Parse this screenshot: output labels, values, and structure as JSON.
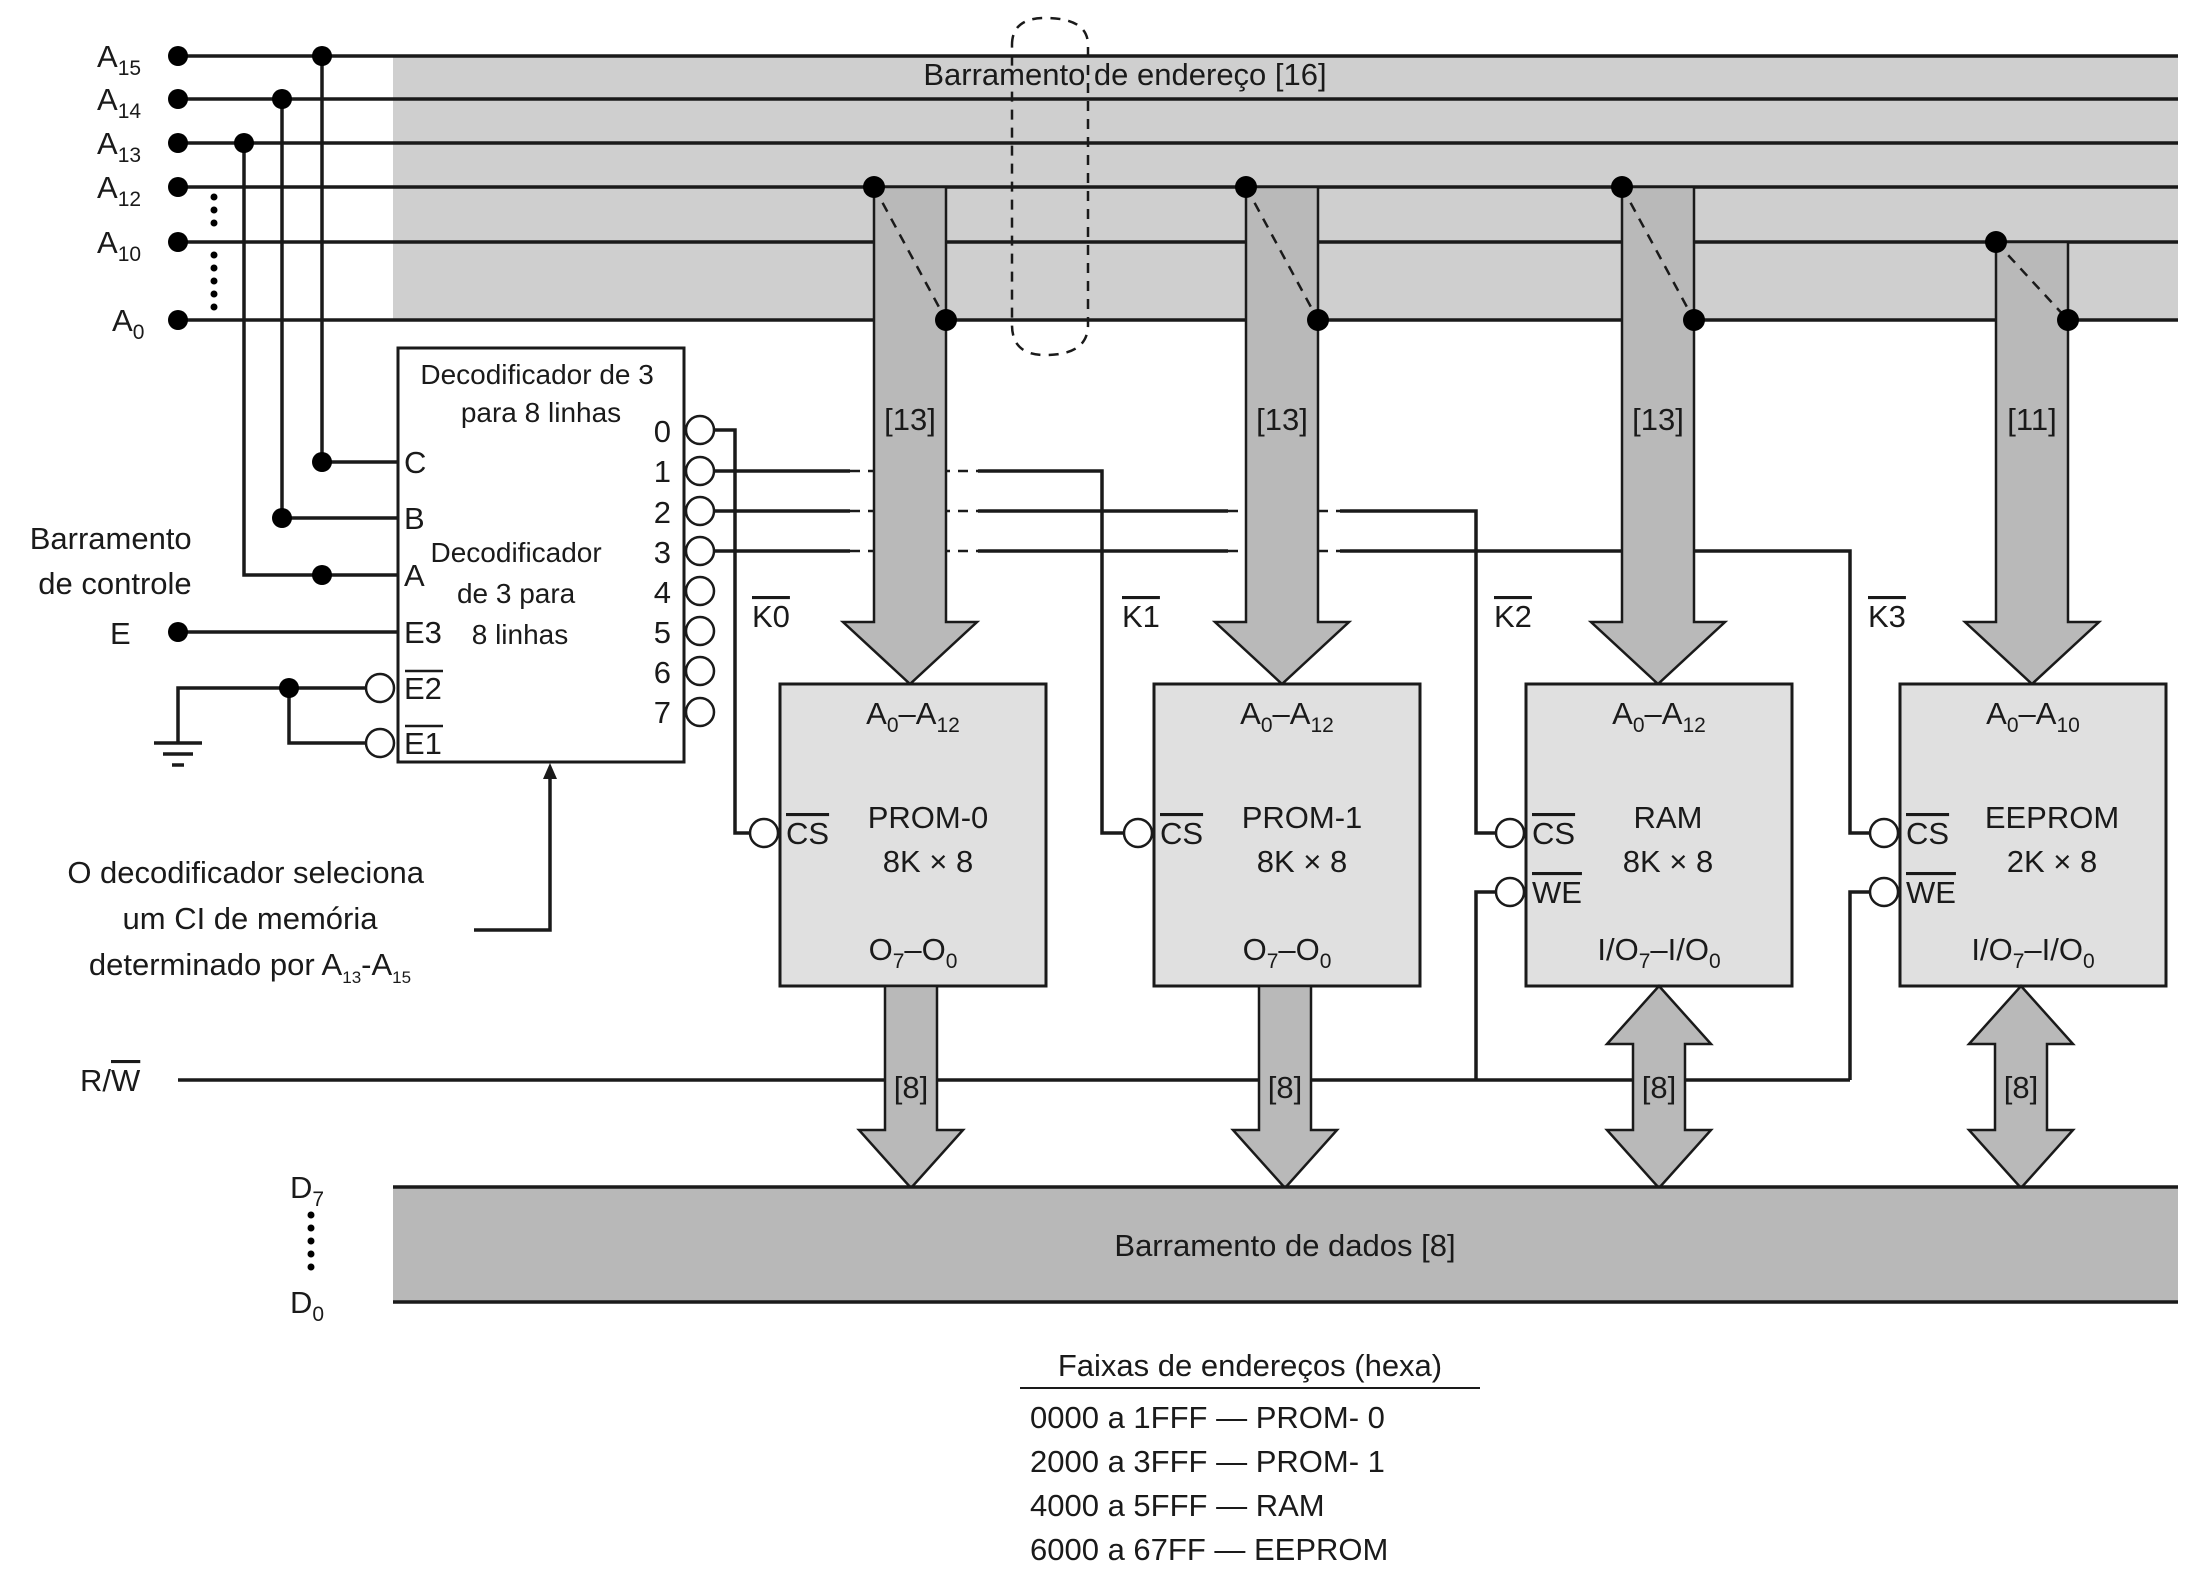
{
  "address_bus": {
    "label": "Barramento de endereço [16]",
    "lines": [
      {
        "base": "A",
        "sub": "15"
      },
      {
        "base": "A",
        "sub": "14"
      },
      {
        "base": "A",
        "sub": "13"
      },
      {
        "base": "A",
        "sub": "12"
      },
      {
        "base": "A",
        "sub": "10"
      },
      {
        "base": "A",
        "sub": "0"
      }
    ]
  },
  "decoder": {
    "title_line1": "Decodificador de 3",
    "title_line2": "para 8 linhas",
    "center_line1": "Decodificador",
    "center_line2": "de 3 para",
    "center_line3": "8 linhas",
    "inputs": [
      "C",
      "B",
      "A",
      "E3",
      "E2",
      "E1"
    ],
    "outputs": [
      "0",
      "1",
      "2",
      "3",
      "4",
      "5",
      "6",
      "7"
    ]
  },
  "control": {
    "label_line1": "Barramento",
    "label_line2": "de controle",
    "enable": "E",
    "rw_base": "R/",
    "rw_bar": "W"
  },
  "select_lines": [
    "K0",
    "K1",
    "K2",
    "K3"
  ],
  "address_widths": [
    "[13]",
    "[13]",
    "[13]",
    "[11]"
  ],
  "data_widths": [
    "[8]",
    "[8]",
    "[8]",
    "[8]"
  ],
  "chips": [
    {
      "range_a": "0",
      "range_b": "12",
      "name": "PROM-0",
      "size": "8K × 8",
      "out_type": "O",
      "pins": [
        "CS"
      ]
    },
    {
      "range_a": "0",
      "range_b": "12",
      "name": "PROM-1",
      "size": "8K × 8",
      "out_type": "O",
      "pins": [
        "CS"
      ]
    },
    {
      "range_a": "0",
      "range_b": "12",
      "name": "RAM",
      "size": "8K × 8",
      "out_type": "I/O",
      "pins": [
        "CS",
        "WE"
      ]
    },
    {
      "range_a": "0",
      "range_b": "10",
      "name": "EEPROM",
      "size": "2K × 8",
      "out_type": "I/O",
      "pins": [
        "CS",
        "WE"
      ]
    }
  ],
  "out_sub_hi": "7",
  "out_sub_lo": "0",
  "annotation": {
    "line1": "O decodificador seleciona",
    "line2": "um CI de memória",
    "line3": "determinado por A",
    "sub_a": "13",
    "sep": "-A",
    "sub_b": "15"
  },
  "data_bus": {
    "label": "Barramento de dados [8]",
    "top_base": "D",
    "top_sub": "7",
    "bottom_base": "D",
    "bottom_sub": "0"
  },
  "address_ranges": {
    "title": "Faixas de endereços (hexa)",
    "rows": [
      "0000 a 1FFF — PROM- 0",
      "2000 a 3FFF — PROM- 1",
      "4000 a 5FFF — RAM",
      "6000 a 67FF — EEPROM"
    ]
  }
}
